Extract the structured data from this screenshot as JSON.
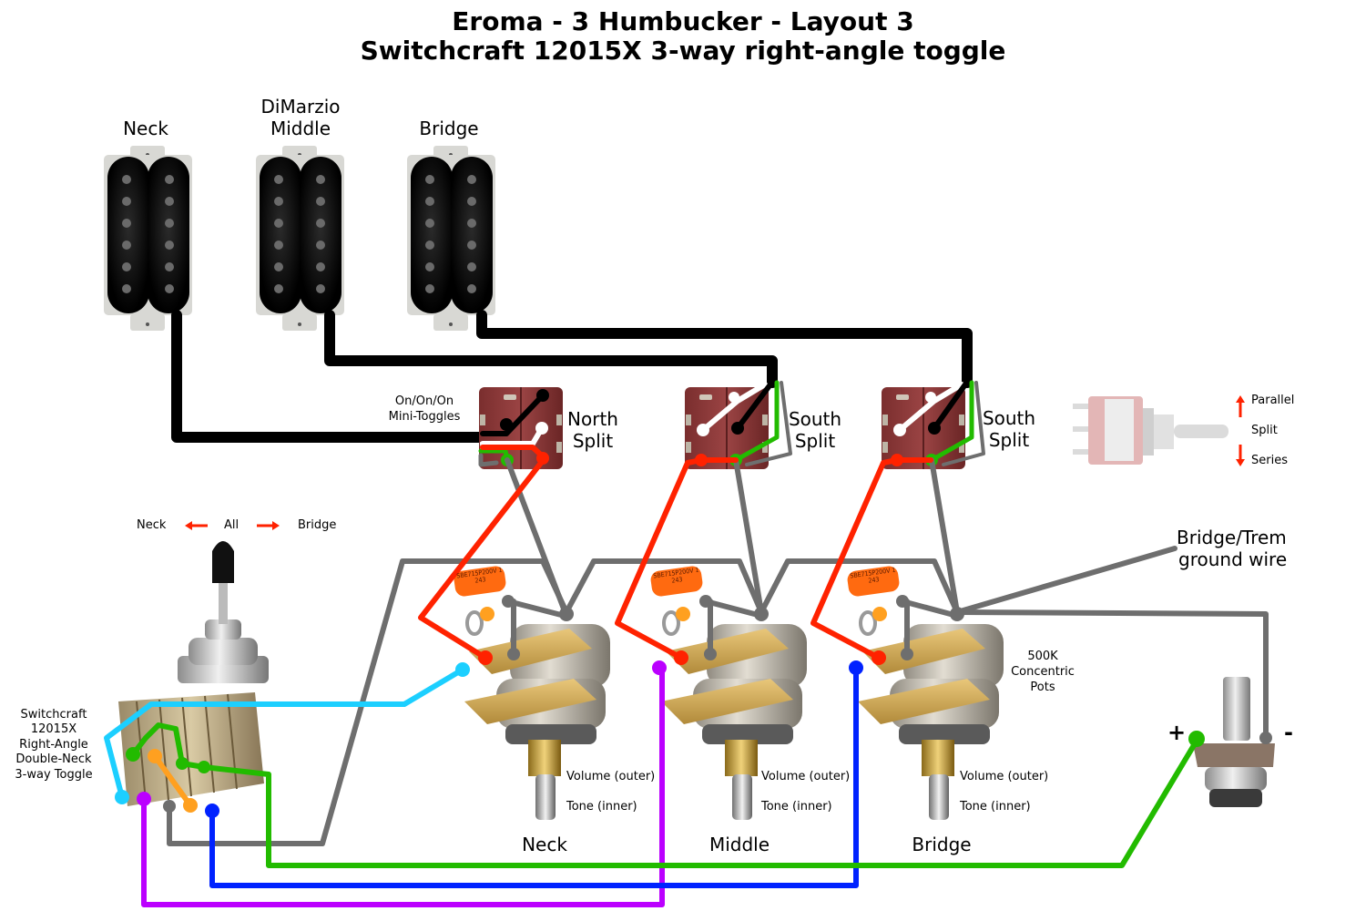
{
  "title": {
    "line1": "Eroma - 3 Humbucker - Layout 3",
    "line2": "Switchcraft 12015X 3-way right-angle toggle"
  },
  "pickups": [
    {
      "id": "neck",
      "label": "Neck"
    },
    {
      "id": "middle",
      "label_line1": "DiMarzio",
      "label_line2": "Middle"
    },
    {
      "id": "bridge",
      "label": "Bridge"
    }
  ],
  "mini_toggles": {
    "caption_line1": "On/On/On",
    "caption_line2": "Mini-Toggles",
    "items": [
      {
        "line1": "North",
        "line2": "Split"
      },
      {
        "line1": "South",
        "line2": "Split"
      },
      {
        "line1": "South",
        "line2": "Split"
      }
    ]
  },
  "toggle_legend": {
    "up": "Parallel",
    "center": "Split",
    "down": "Series"
  },
  "selector_legend": {
    "left": "Neck",
    "center": "All",
    "right": "Bridge"
  },
  "selector_switch": {
    "line1": "Switchcraft",
    "line2": "12015X",
    "line3": "Right-Angle",
    "line4": "Double-Neck",
    "line5": "3-way Toggle"
  },
  "pots": {
    "caption_line1": "500K",
    "caption_line2": "Concentric",
    "caption_line3": "Pots",
    "volume_label": "Volume (outer)",
    "tone_label": "Tone (inner)",
    "items": [
      {
        "label": "Neck"
      },
      {
        "label": "Middle"
      },
      {
        "label": "Bridge"
      }
    ],
    "capacitor_text": "SBE715P200V 1243"
  },
  "ground_wire": {
    "line1": "Bridge/Trem",
    "line2": "ground wire"
  },
  "jack": {
    "plus": "+",
    "minus": "-"
  },
  "colors": {
    "black": "#000000",
    "gray": "#6e6e6e",
    "red": "#ff2200",
    "green": "#22bb00",
    "white": "#ffffff",
    "cyan": "#1ccfff",
    "purple": "#bb00ff",
    "blue": "#0022ff",
    "orange": "#ffa020",
    "toggle_body": "#8a3a3a",
    "pickup_frame": "#d8d8d4"
  }
}
